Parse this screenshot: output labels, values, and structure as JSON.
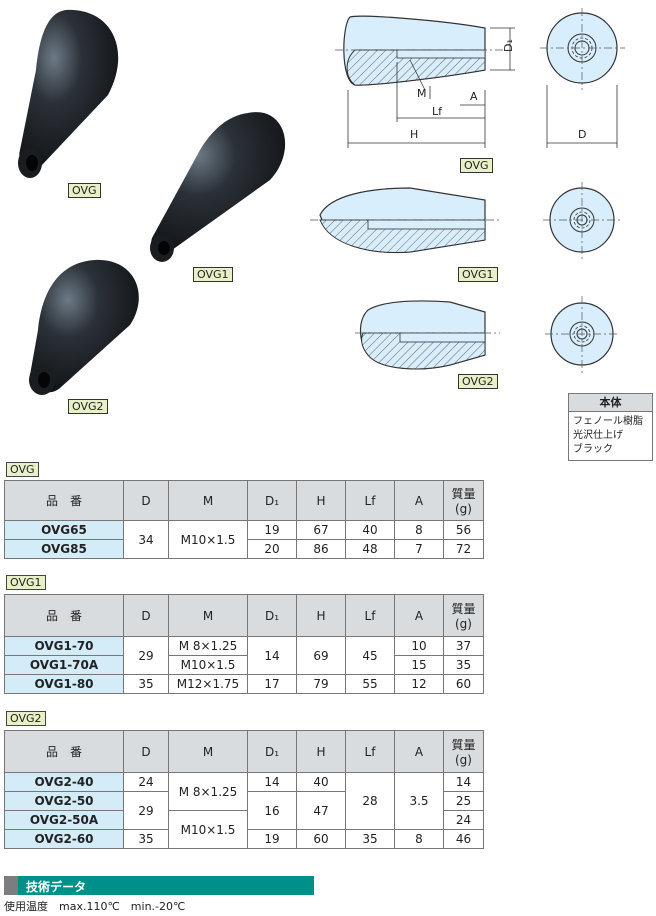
{
  "photo_labels": {
    "ovg": "OVG",
    "ovg1": "OVG1",
    "ovg2": "OVG2"
  },
  "drawing_labels": {
    "ovg": "OVG",
    "ovg1": "OVG1",
    "ovg2": "OVG2"
  },
  "dim_labels": {
    "d1": "D₁",
    "m": "M",
    "a": "A",
    "lf": "Lf",
    "h": "H",
    "d": "D"
  },
  "material": {
    "header": "本体",
    "lines": [
      "フェノール樹脂",
      "光沢仕上げ",
      "ブラック"
    ]
  },
  "headers": {
    "part_no": "品　番",
    "D": "D",
    "M": "M",
    "D1": "D₁",
    "H": "H",
    "Lf": "Lf",
    "A": "A",
    "mass_1": "質量",
    "mass_2": "(g)"
  },
  "sections": [
    {
      "tag": "OVG",
      "rows": [
        {
          "model": "OVG65",
          "D": "34",
          "M": "M10×1.5",
          "D1": "19",
          "H": "67",
          "Lf": "40",
          "A": "8",
          "mass": "56"
        },
        {
          "model": "OVG85",
          "D1": "20",
          "H": "86",
          "Lf": "48",
          "A": "7",
          "mass": "72"
        }
      ]
    },
    {
      "tag": "OVG1",
      "rows": [
        {
          "model": "OVG1-70",
          "D": "29",
          "M": "M 8×1.25",
          "D1": "14",
          "H": "69",
          "Lf": "45",
          "A": "10",
          "mass": "37"
        },
        {
          "model": "OVG1-70A",
          "M": "M10×1.5",
          "A": "15",
          "mass": "35"
        },
        {
          "model": "OVG1-80",
          "D": "35",
          "M": "M12×1.75",
          "D1": "17",
          "H": "79",
          "Lf": "55",
          "A": "12",
          "mass": "60"
        }
      ]
    },
    {
      "tag": "OVG2",
      "rows": [
        {
          "model": "OVG2-40",
          "D": "24",
          "M": "M 8×1.25",
          "D1": "14",
          "H": "40",
          "Lf": "28",
          "A": "3.5",
          "mass": "14"
        },
        {
          "model": "OVG2-50",
          "D": "29",
          "D1": "16",
          "H": "47",
          "mass": "25"
        },
        {
          "model": "OVG2-50A",
          "M": "M10×1.5",
          "mass": "24"
        },
        {
          "model": "OVG2-60",
          "D": "35",
          "D1": "19",
          "H": "60",
          "Lf": "35",
          "A": "8",
          "mass": "46"
        }
      ]
    }
  ],
  "tech": {
    "title": "技術データ",
    "temp": "使用温度　max.110℃　min.-20℃"
  }
}
